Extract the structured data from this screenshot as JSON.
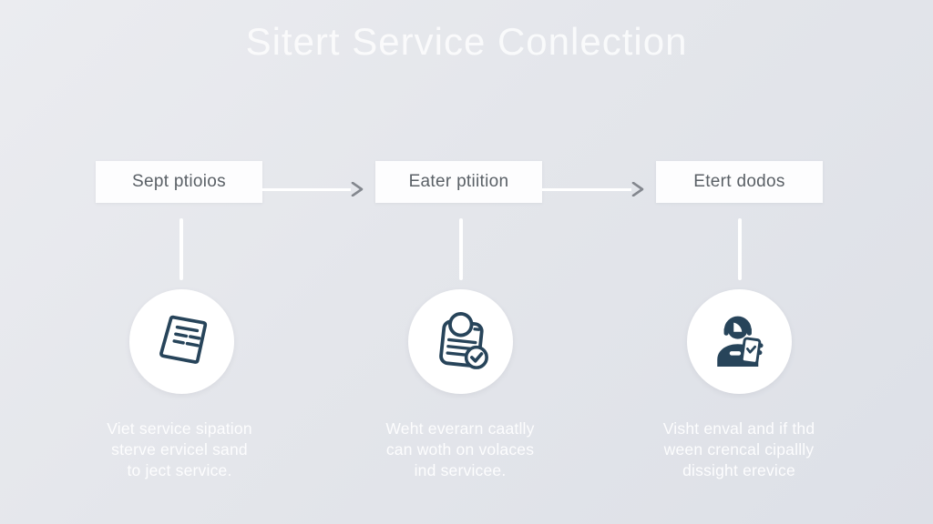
{
  "title": "Sitert Service Conlection",
  "colors": {
    "icon_accent": "#27445a",
    "chevron": "#83878e",
    "box_text": "#5a6066",
    "box_background": "#fdfdfe",
    "page_background": "#e2e4ea",
    "title_text": "#f6f7fa",
    "description_text": "#fcfdff"
  },
  "steps": [
    {
      "label": "Sept ptioios",
      "icon": "document-icon",
      "description": "Viet service sipation\nsterve ervicel sand\nto ject service."
    },
    {
      "label": "Eater ptiition",
      "icon": "survey-check-icon",
      "description": "Weht everarn caatlly\ncan woth on volaces\nind servicee."
    },
    {
      "label": "Etert dodos",
      "icon": "support-agent-icon",
      "description": "Visht enval and if thd\nween crencal cipallly\ndissight erevice"
    }
  ]
}
